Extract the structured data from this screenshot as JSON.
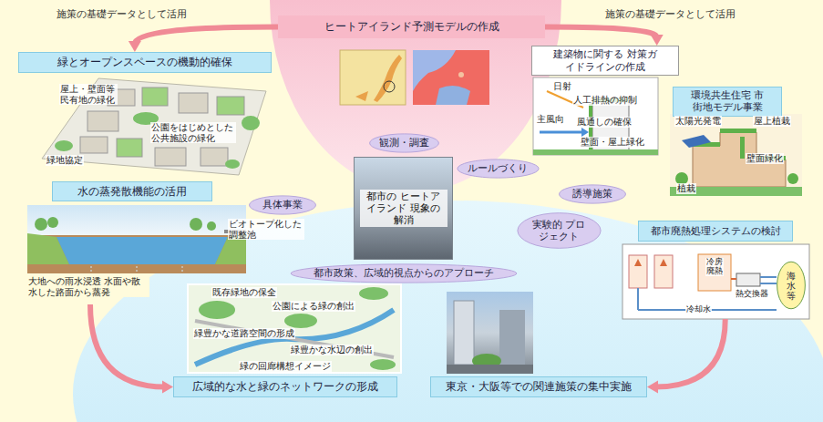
{
  "diagram": {
    "nodes": [
      {
        "text": [
          "ヒートアイランド予測モデルの作成"
        ]
      },
      {
        "text": [
          "緑とオープンスペースの機動的確保"
        ]
      },
      {
        "text": [
          "建築物に関する 対策ガイドラインの作成"
        ]
      },
      {
        "text": [
          "環境共生住宅 市街地モデル事業"
        ]
      },
      {
        "text": [
          "観測・調査"
        ]
      },
      {
        "text": [
          "都市の ヒートアイランド 現象の解消"
        ]
      },
      {
        "text": [
          "ルールづくり"
        ]
      },
      {
        "text": [
          "具体事業"
        ]
      },
      {
        "text": [
          "誘導施策"
        ]
      },
      {
        "text": [
          "水の蒸発散機能の活用"
        ]
      },
      {
        "text": [
          "実験的 プロジェクト"
        ]
      },
      {
        "text": [
          "都市廃熱処理システムの検討"
        ]
      },
      {
        "text": [
          "海水等"
        ],
        "in": 11
      },
      {
        "text": [
          "都市政策、広域的視点からのアプローチ"
        ]
      },
      {
        "text": [
          "広域的な水と緑のネットワークの形成"
        ]
      },
      {
        "text": [
          "東京・大阪等での関連施策の集中実施"
        ]
      }
    ],
    "edges": [
      {
        "from": 0,
        "to": 1,
        "arrow": "to",
        "label": "施策の基礎データとして活用"
      },
      {
        "from": 0,
        "to": 2,
        "arrow": "to",
        "label": "施策の基礎データとして活用"
      },
      {
        "from": 9,
        "to": 14,
        "arrow": "to"
      },
      {
        "from": 11,
        "to": 15,
        "arrow": "to"
      }
    ],
    "labels": [
      "屋上・壁面等 民有地の緑化",
      "公園をはじめとした 公共施設の緑化",
      "緑地協定",
      "日射",
      "人工排熱の抑制",
      "主風向",
      "風通しの確保",
      "壁面・屋上緑化",
      "太陽光発電",
      "屋上植栽",
      "壁面緑化",
      "植栽",
      "ビオトープ化した 調整池",
      "大地への雨水浸透 水面や散水した路面から蒸発",
      "冷房廃熱",
      "熱交換器",
      "冷却水",
      "既存緑地の保全",
      "公園による緑の創出",
      "緑豊かな道路空間の形成",
      "緑豊かな水辺の創出",
      "緑の回廊構想イメージ"
    ]
  }
}
